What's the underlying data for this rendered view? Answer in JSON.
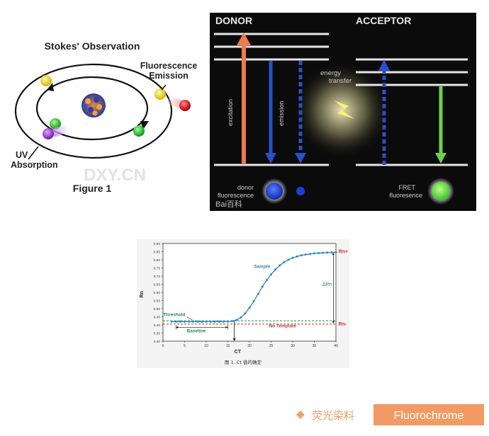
{
  "stokes": {
    "title": "Stokes' Observation",
    "emission_label_1": "Fluorescence",
    "emission_label_2": "Emission",
    "absorption_label_1": "UV",
    "absorption_label_2": "Absorption",
    "figure_label": "Figure 1",
    "watermark": "DXY.CN"
  },
  "fret": {
    "donor_title": "DONOR",
    "acceptor_title": "ACCEPTOR",
    "excitation_label": "excitation",
    "emission_label": "emission",
    "energy_label_1": "energy",
    "energy_label_2": "transfer",
    "donor_fluor_1": "donor",
    "donor_fluor_2": "fluorescence",
    "fret_fluor_1": "FRET",
    "fret_fluor_2": "fluoresence",
    "watermark": "Bai百科"
  },
  "ct_chart": {
    "ylabel": "Rn",
    "y_ticks": [
      "0.90",
      "0.85",
      "0.80",
      "0.75",
      "0.70",
      "0.65",
      "0.60",
      "0.55",
      "0.50",
      "0.45",
      "0.40",
      "0.35",
      "0.30"
    ],
    "x_ticks": [
      "0",
      "5",
      "10",
      "15",
      "20",
      "25",
      "30",
      "35",
      "40"
    ],
    "sample_label": "Sample",
    "threshold_label": "Threshold",
    "baseline_label": "Baseline",
    "no_template_label": "No Template",
    "delta_label": "ΔRn",
    "rn_plus_label": "Rn+",
    "rn_minus_label": "Rn-",
    "ct_label": "CT",
    "caption": "图 1. Ct 值的确定",
    "colors": {
      "sample": "#2e86c1",
      "threshold": "#1e8a4a",
      "no_template": "#c0392b"
    }
  },
  "chart_data": {
    "type": "line",
    "title": "",
    "xlabel": "",
    "ylabel": "Rn",
    "xlim": [
      0,
      40
    ],
    "ylim": [
      0.3,
      0.9
    ],
    "series": [
      {
        "name": "Sample",
        "x": [
          2,
          3,
          4,
          5,
          6,
          7,
          8,
          9,
          10,
          11,
          12,
          13,
          14,
          15,
          16,
          17,
          18,
          19,
          20,
          21,
          22,
          23,
          24,
          25,
          26,
          27,
          28,
          29,
          30,
          31,
          32,
          33,
          34,
          35,
          36,
          37,
          38,
          39,
          40
        ],
        "values": [
          0.42,
          0.42,
          0.42,
          0.42,
          0.42,
          0.42,
          0.42,
          0.42,
          0.42,
          0.42,
          0.42,
          0.42,
          0.42,
          0.42,
          0.423,
          0.43,
          0.445,
          0.47,
          0.505,
          0.545,
          0.59,
          0.635,
          0.675,
          0.71,
          0.74,
          0.765,
          0.785,
          0.8,
          0.812,
          0.82,
          0.827,
          0.832,
          0.836,
          0.839,
          0.841,
          0.843,
          0.844,
          0.845,
          0.846
        ]
      },
      {
        "name": "No Template",
        "x": [
          0,
          40
        ],
        "values": [
          0.405,
          0.405
        ]
      },
      {
        "name": "Threshold",
        "x": [
          0,
          40
        ],
        "values": [
          0.425,
          0.425
        ]
      }
    ],
    "annotations": [
      "Threshold",
      "Baseline",
      "No Template",
      "Sample",
      "ΔRn",
      "CT",
      "Rn+",
      "Rn-"
    ]
  },
  "footer": {
    "title_cn": "荧光染料",
    "title_en": "Fluorochrome",
    "colors": {
      "accent": "#f0a26a",
      "badge": "#f29a63"
    }
  }
}
